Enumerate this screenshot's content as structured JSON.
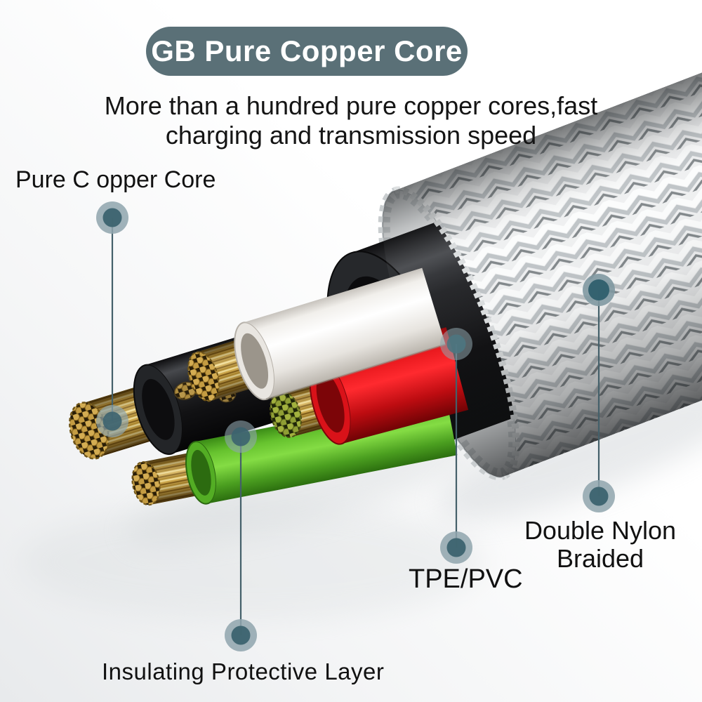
{
  "badge": {
    "label": "GB Pure Copper Core",
    "bg_color": "#5a7077",
    "text_color": "#ffffff"
  },
  "subtitle": {
    "line1": "More than a hundred pure copper cores,fast",
    "line2": "charging and transmission speed"
  },
  "callouts": [
    {
      "id": "pure-copper-core",
      "label": "Pure C opper Core"
    },
    {
      "id": "tpe-pvc",
      "label": "TPE/PVC"
    },
    {
      "id": "double-nylon-braided",
      "label": "Double Nylon Braided"
    },
    {
      "id": "insulating-protective-layer",
      "label": "Insulating Protective Layer"
    }
  ],
  "colors": {
    "badge_slate": "#5a7077",
    "callout_dot_outer": "#8fa5ad",
    "callout_dot_inner": "#3c636f",
    "callout_line": "#44606a",
    "copper_gold": "#cda64a",
    "wire_red": "#e5161b",
    "wire_green": "#64c02c",
    "wire_white": "#f2f0ec",
    "tpe_black": "#1a1b1d",
    "braid_white": "#eff0f1"
  }
}
